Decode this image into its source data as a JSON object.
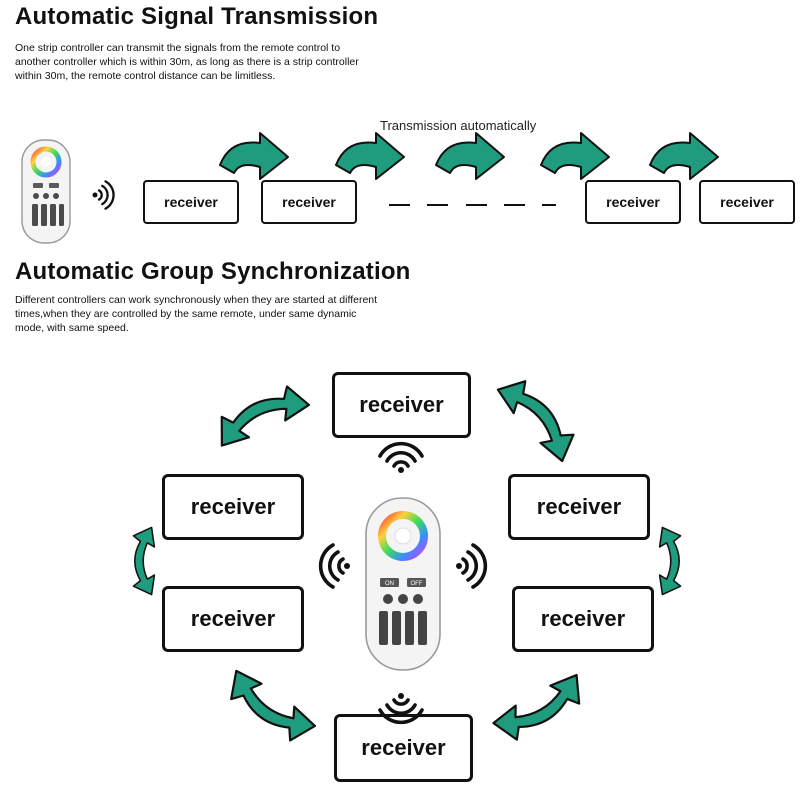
{
  "section1": {
    "title": "Automatic Signal Transmission",
    "paragraph_lines": [
      "One strip controller can transmit the signals from the remote control to",
      "another controller which is within 30m, as long as there is a strip controller",
      "within 30m, the remote control distance can be limitless."
    ],
    "caption": "Transmission automatically",
    "receiver_label": "receiver"
  },
  "section2": {
    "title": "Automatic Group Synchronization",
    "paragraph_lines": [
      "Different controllers can work synchronously when they are started at different",
      "times,when they are controlled by the same remote, under same dynamic",
      "mode, with same speed."
    ],
    "receiver_label": "receiver"
  },
  "remote_buttons": [
    "ON",
    "OFF"
  ],
  "icons": {
    "arrow": "curved-arrow-icon",
    "double_arrow": "double-curved-arrow-icon",
    "signal": "wireless-signal-icon",
    "remote": "remote-control-icon"
  },
  "colors": {
    "arrow_fill": "#1f9c7e",
    "outline": "#111111",
    "remote_body": "#f4f4f4",
    "remote_key": "#4a4a4a"
  }
}
